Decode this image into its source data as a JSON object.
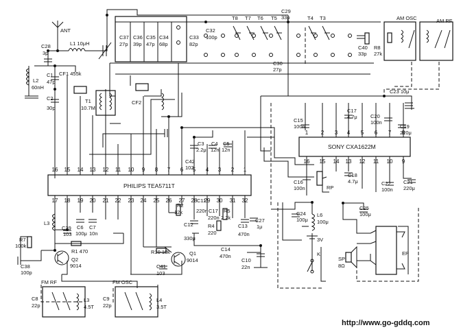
{
  "ic1": {
    "name": "PHILIPS  TEA5711T",
    "pins_top": [
      "16",
      "15",
      "14",
      "13",
      "12",
      "11",
      "10",
      "9",
      "8",
      "7",
      "6",
      "5",
      "4",
      "3",
      "2",
      "1"
    ],
    "pins_bottom": [
      "17",
      "18",
      "19",
      "20",
      "21",
      "22",
      "23",
      "24",
      "25",
      "26",
      "27",
      "28",
      "29",
      "30",
      "31",
      "32"
    ]
  },
  "ic2": {
    "name": "SONY  CXA1622M",
    "pins_top": [
      "1",
      "2",
      "3",
      "4",
      "5",
      "6",
      "7",
      "8"
    ],
    "pins_bottom": [
      "16",
      "15",
      "14",
      "13",
      "12",
      "11",
      "10",
      "9"
    ]
  },
  "labels": {
    "ant": "ANT",
    "l1": "L1  10μH",
    "c28": "C28",
    "c28v": "3p",
    "l2": "L2",
    "l2v": "60nH",
    "c1": "C1",
    "c1v": "47p",
    "c2": "C2",
    "c2v": "30p",
    "cf1": "CF1  455k",
    "t1": "T1",
    "t1v": "10.7M",
    "cf2": "CF2",
    "c37": "C37",
    "c37v": "27p",
    "c36": "C36",
    "c36v": "39p",
    "c35": "C35",
    "c35v": "47p",
    "c34": "C34",
    "c34v": "68p",
    "c33": "C33",
    "c33v": "82p",
    "c32": "C32",
    "c32v": "100p",
    "t8": "T8",
    "t7": "T7",
    "t6": "T6",
    "t5": "T5",
    "t4": "T4",
    "t3": "T3",
    "c29": "C29",
    "c29v": "33p",
    "c30": "C30",
    "c30v": "27p",
    "c40": "C40",
    "c40v": "33p",
    "r8": "R8",
    "r8v": "27k",
    "am_osc": "AM  OSC",
    "am_rf": "AM  RF",
    "c23": "C23  10μ",
    "c15": "C15",
    "c15v": "100n",
    "c17": "C17",
    "c17v": "4.7μ",
    "c20": "C20",
    "c20v": "100n",
    "c19": "C19",
    "c19v": "220μ",
    "c42": "C42",
    "c42v": "102",
    "c3": "C3",
    "c3v": "2.2μ",
    "c4": "C4",
    "c4v": "12n",
    "c5": "C5",
    "c5v": "12n",
    "c16": "C16",
    "c16v": "100n",
    "rp": "RP",
    "c18": "C18",
    "c18v": "4.7μ",
    "c22": "C22",
    "c22v": "100n",
    "c21": "C21",
    "c21v": "220μ",
    "l3": "L3",
    "c39": "C39",
    "c39v": "103",
    "c6": "C6",
    "c6v": "100μ",
    "c7": "C7",
    "c7v": "10n",
    "r7": "R7",
    "r7v": "100k",
    "r1": "R1  470",
    "q2": "Q2",
    "q2v": "9014",
    "c38": "C38",
    "c38v": "100p",
    "r2": "R2",
    "r2v": "12k",
    "c12": "C12",
    "c12v": "330μ",
    "c11": "C11",
    "c11v": "220n",
    "c17b": "C17",
    "c17bv": "220n",
    "r5": "R5",
    "r5v": "2.2k",
    "r4": "R4",
    "r4v": "220",
    "c14": "C14",
    "c14v": "470n",
    "c13": "C13",
    "c13v": "470n",
    "c27": "C27",
    "c27v": "1μ",
    "r10": "R10  10k",
    "q1": "Q1",
    "q1v": "9014",
    "c41": "C41",
    "c41v": "103",
    "c10": "C10",
    "c10v": "22n",
    "c24": "C24",
    "c24v": "100μ",
    "l6": "L6",
    "l6v": "100μ",
    "v3": "3V",
    "k": "K",
    "c25": "C25",
    "c25v": "100μ",
    "sp": "SP",
    "spv": "8Ω",
    "ep": "EP",
    "fm_rf": "FM  RF",
    "fm_osc": "FM  OSC",
    "c8": "C8",
    "c8v": "22p",
    "l3b": "L3",
    "l3bv": "4.5T",
    "c9": "C9",
    "c9v": "22p",
    "l4": "L4",
    "l4v": "3.5T"
  },
  "footer": {
    "url": "http://www.go-gddq.com"
  }
}
